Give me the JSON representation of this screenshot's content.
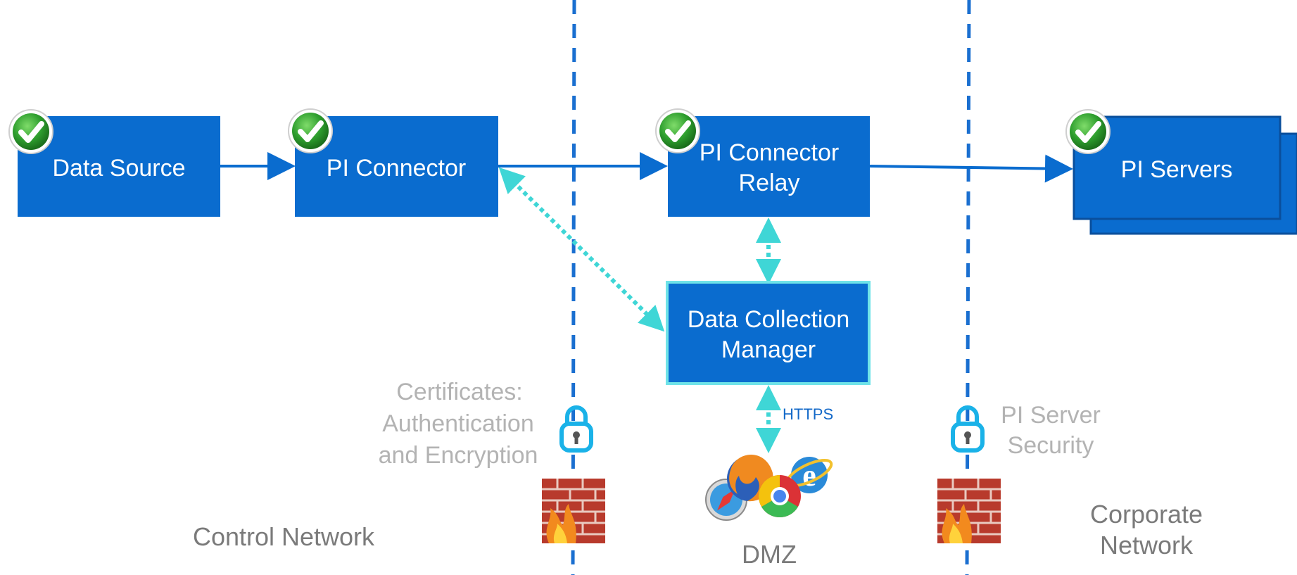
{
  "nodes": {
    "data_source": "Data Source",
    "pi_connector": "PI Connector",
    "pi_connector_relay": [
      "PI Connector",
      "Relay"
    ],
    "pi_servers": "PI Servers",
    "data_collection_manager": [
      "Data Collection",
      "Manager"
    ]
  },
  "annotations": {
    "certificates": [
      "Certificates:",
      "Authentication",
      "and Encryption"
    ],
    "pi_server_security": [
      "PI Server",
      "Security"
    ],
    "https": "HTTPS"
  },
  "zones": {
    "control_network": "Control Network",
    "dmz": "DMZ",
    "corporate_network": [
      "Corporate",
      "Network"
    ]
  },
  "icons": [
    "check-icon",
    "lock-icon",
    "firewall-icon",
    "browser-icons"
  ],
  "colors": {
    "node_fill": "#0a6ccf",
    "node_border": "#0a5fb8",
    "arrow": "#0a6ccf",
    "dotted_arrow": "#3fd6d6",
    "dcm_border": "#6fe3e8",
    "zone_line": "#1a6fd0",
    "gray_text": "#b3b3b3",
    "zone_text": "#7a7a7a",
    "https_text": "#1268c8",
    "check_green": "#2e9e2e",
    "firewall_brick": "#c0392b"
  }
}
